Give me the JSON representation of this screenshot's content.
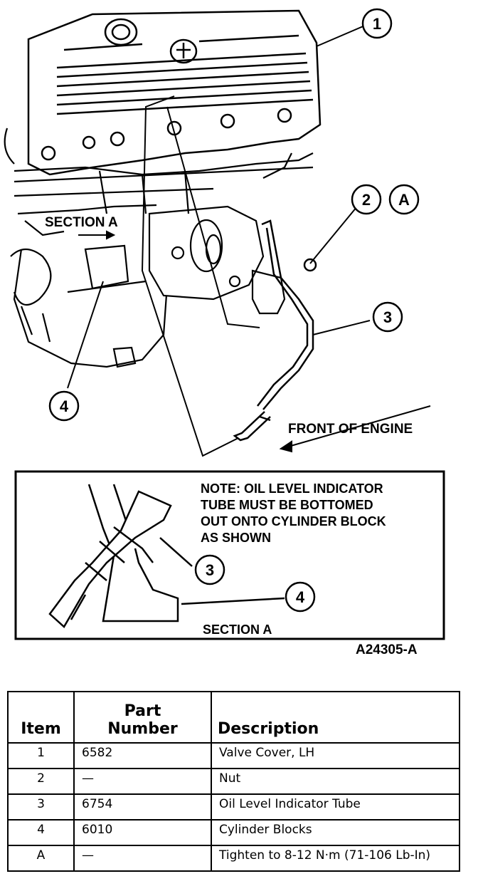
{
  "figure": {
    "callouts": [
      "1",
      "2",
      "A",
      "3",
      "4"
    ],
    "section_label": "SECTION A",
    "front_label": "FRONT OF ENGINE",
    "note_lines": [
      "NOTE: OIL LEVEL INDICATOR",
      "TUBE MUST BE BOTTOMED",
      "OUT ONTO CYLINDER BLOCK",
      "AS SHOWN"
    ],
    "inset_callouts": [
      "3",
      "4"
    ],
    "inset_section_label": "SECTION A",
    "reference": "A24305-A"
  },
  "table": {
    "headers": {
      "item": "Item",
      "part_number_line1": "Part",
      "part_number_line2": "Number",
      "description": "Description"
    },
    "rows": [
      {
        "item": "1",
        "part": "6582",
        "description": "Valve Cover, LH"
      },
      {
        "item": "2",
        "part": "—",
        "description": "Nut"
      },
      {
        "item": "3",
        "part": "6754",
        "description": "Oil Level Indicator Tube"
      },
      {
        "item": "4",
        "part": "6010",
        "description": "Cylinder Blocks"
      },
      {
        "item": "A",
        "part": "—",
        "description": "Tighten to 8-12 N·m (71-106 Lb-In)"
      }
    ]
  }
}
